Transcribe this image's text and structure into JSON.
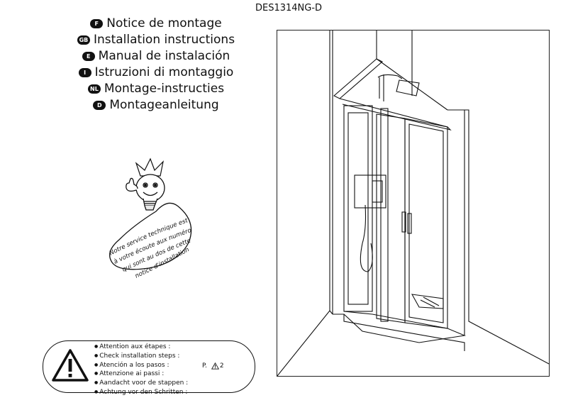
{
  "document": {
    "reference": "DES1314NG-D"
  },
  "languages": [
    {
      "badge": "F",
      "text": "Notice de montage"
    },
    {
      "badge": "GB",
      "text": "Installation instructions"
    },
    {
      "badge": "E",
      "text": "Manual de instalación"
    },
    {
      "badge": "I",
      "text": "Istruzioni di montaggio"
    },
    {
      "badge": "NL",
      "text": "Montage-instructies"
    },
    {
      "badge": "D",
      "text": "Montageanleitung"
    }
  ],
  "mascot": {
    "lines": [
      "Notre service technique est",
      "à votre écoute aux numéros",
      "qui sont au dos de cette",
      "notice d'installation"
    ]
  },
  "warning": {
    "icon": "warning-triangle-icon",
    "steps": [
      "Attention aux étapes :",
      "Check installation steps :",
      "Atención a los pasos :",
      "Attenzione ai passi :",
      "Aandacht voor de stappen :",
      "Achtung vor den Schritten :"
    ],
    "page_prefix": "P.",
    "page_number": "2"
  },
  "illustration": {
    "subject": "shower-enclosure-line-drawing"
  }
}
